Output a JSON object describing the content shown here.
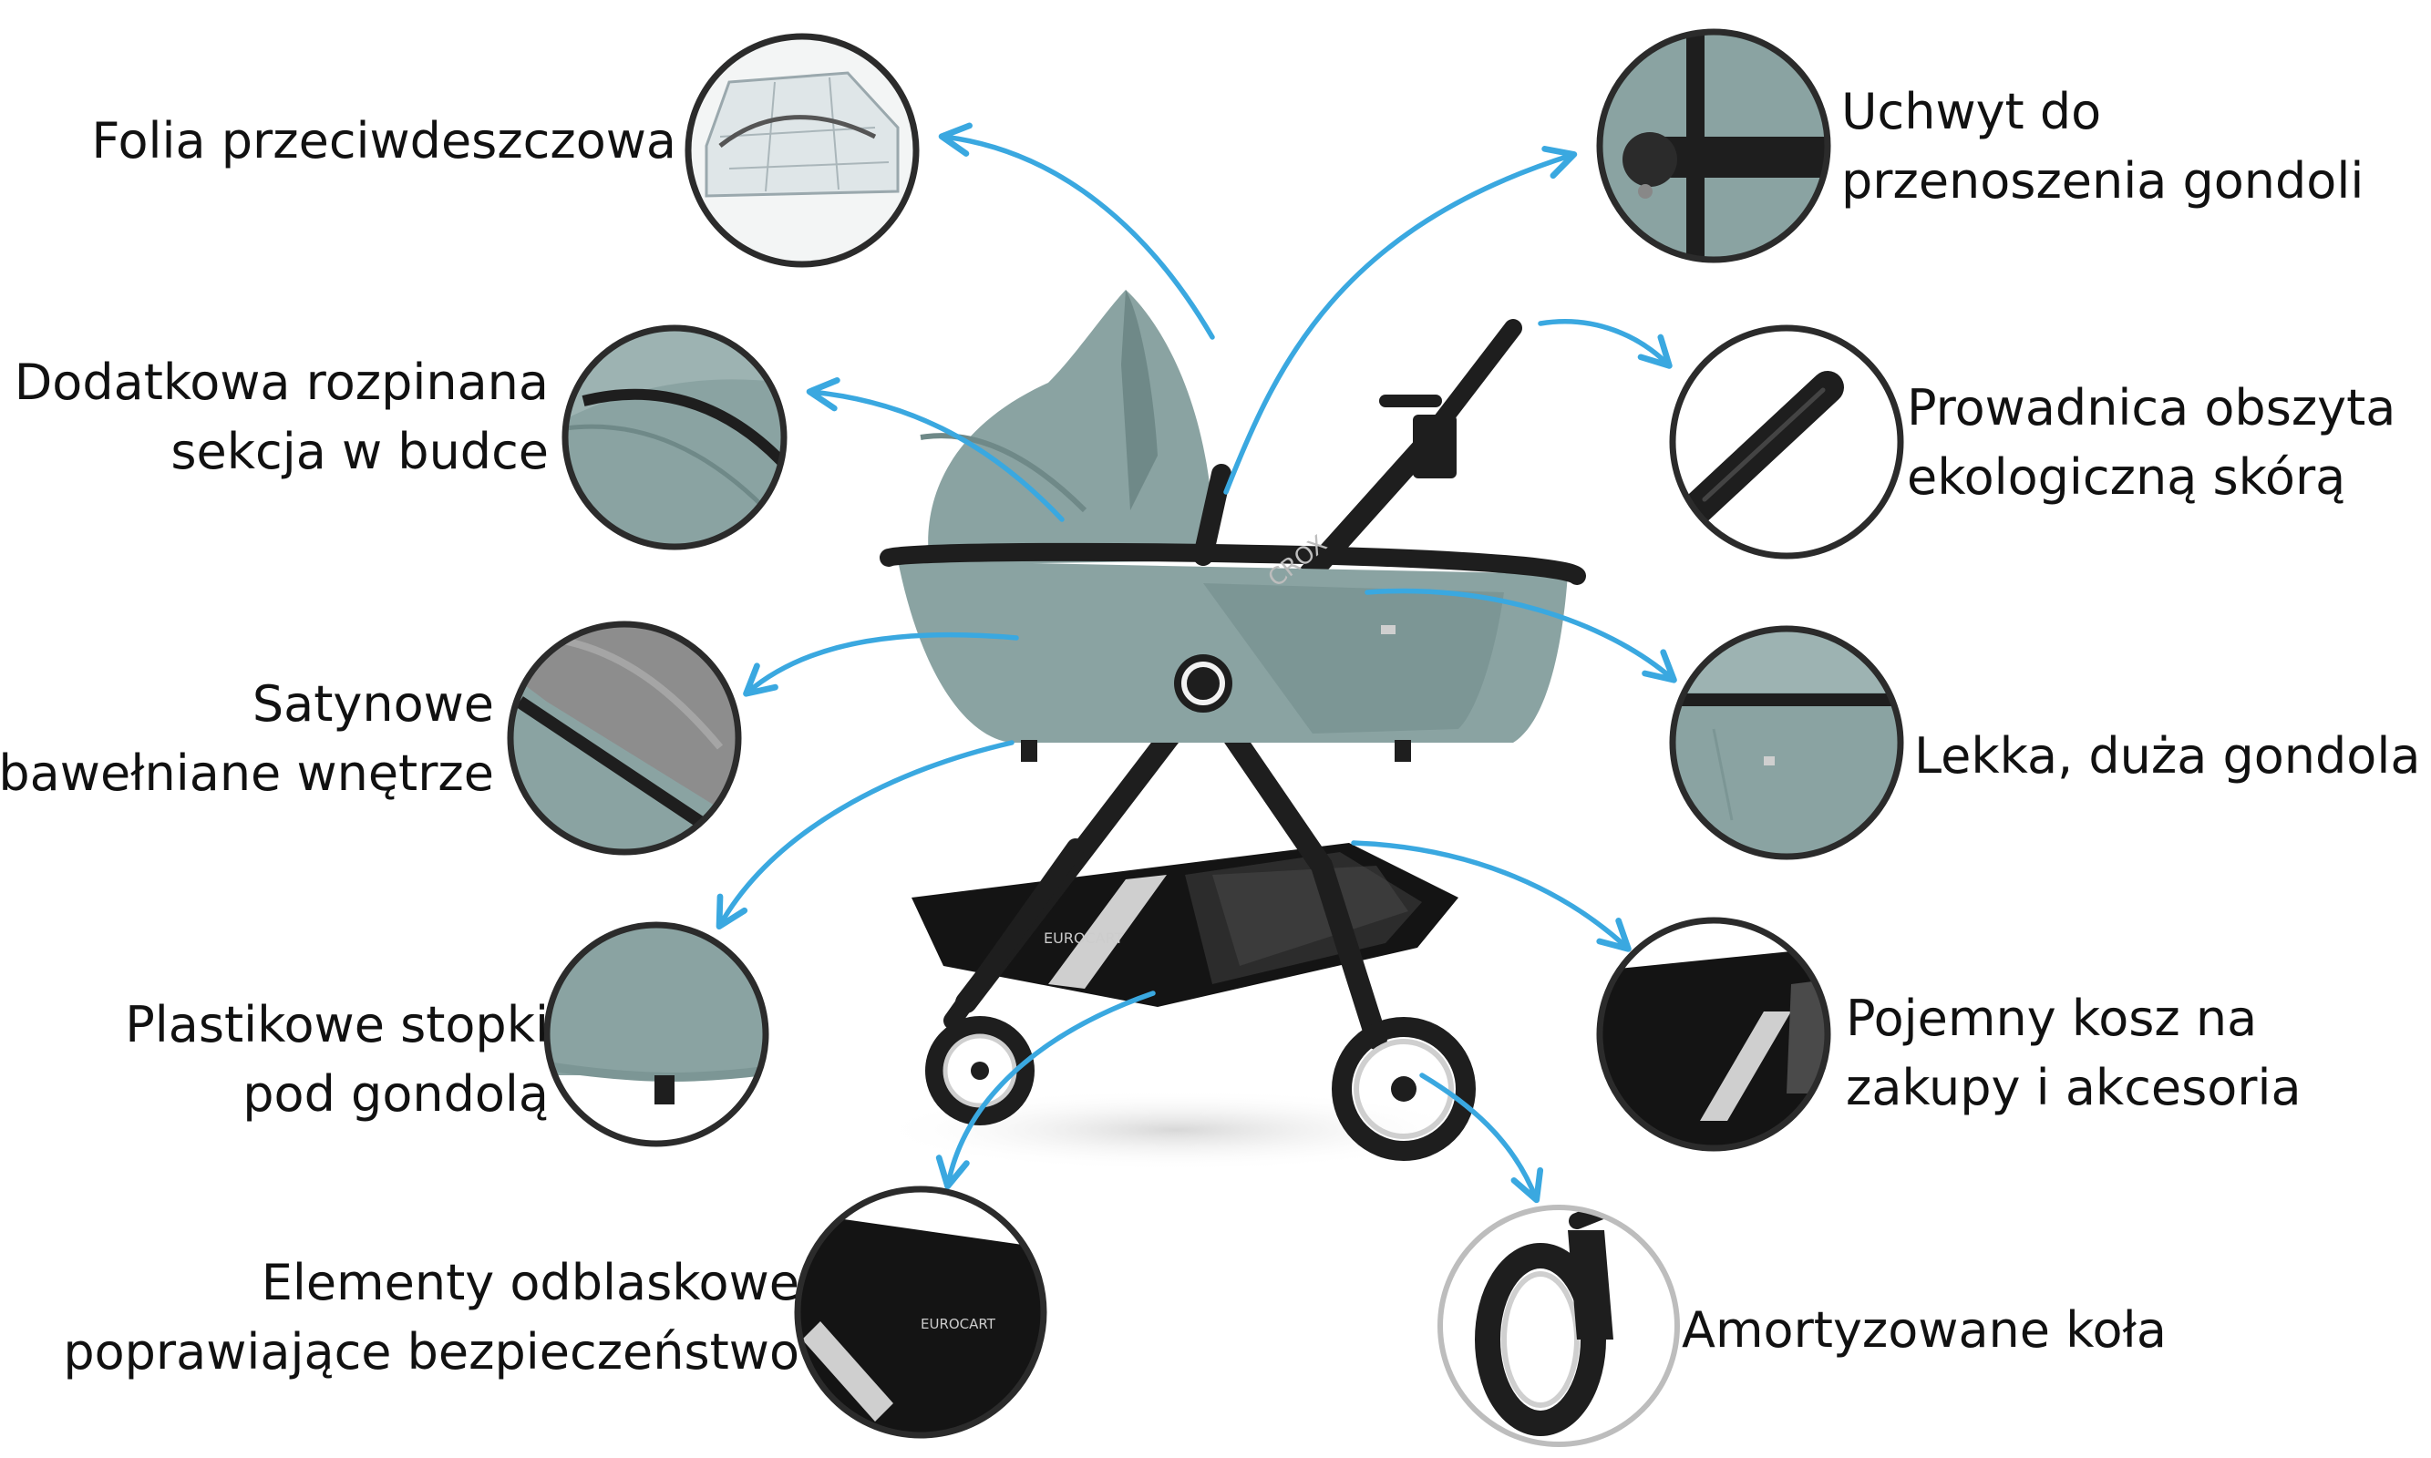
{
  "colors": {
    "arrow": "#3aa8e0",
    "fabric": "#8aa3a2",
    "fabric_dark": "#6f8988",
    "frame": "#1e1e1e",
    "basket": "#141414",
    "circle_ring": "#2b2b2b",
    "circle_ring_light": "#bdbdbd",
    "text": "#111111"
  },
  "brand": {
    "model_text": "CROX",
    "basket_brand": "EUROCART",
    "circle_basket_brand": "EUROCART"
  },
  "features": {
    "rain_cover": [
      "Folia przeciwdeszczowa"
    ],
    "canopy_section": [
      "Dodatkowa rozpinana",
      "sekcja w budce"
    ],
    "satin_interior": [
      "Satynowe",
      "bawełniane wnętrze"
    ],
    "plastic_feet": [
      "Plastikowe stopki",
      "pod gondolą"
    ],
    "reflective": [
      "Elementy odblaskowe",
      "poprawiające bezpieczeństwo"
    ],
    "carry_handle": [
      "Uchwyt do",
      "przenoszenia gondoli"
    ],
    "handlebar": [
      "Prowadnica obszyta",
      "ekologiczną skórą"
    ],
    "light_carrycot": [
      "Lekka, duża gondola"
    ],
    "basket": [
      "Pojemny kosz na",
      "zakupy i akcesoria"
    ],
    "wheels": [
      "Amortyzowane koła"
    ]
  }
}
